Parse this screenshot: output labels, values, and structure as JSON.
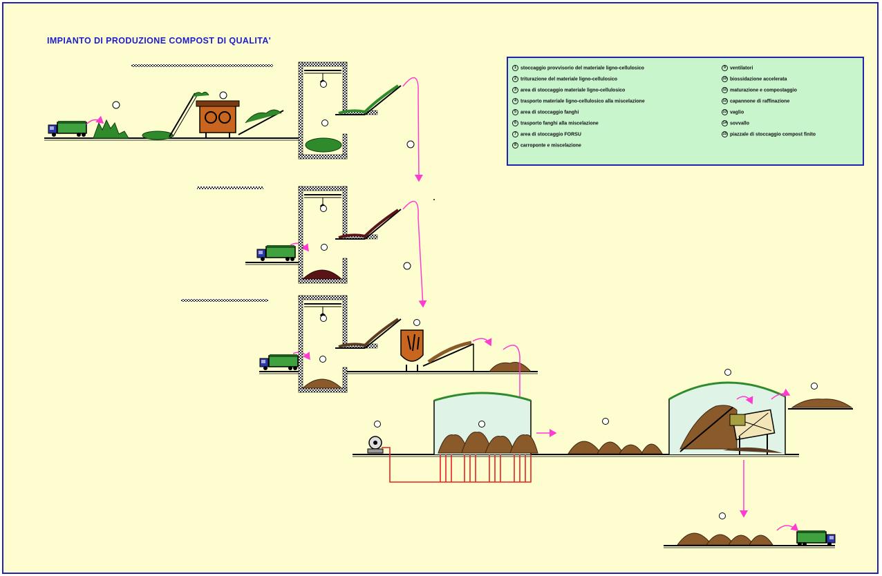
{
  "title": "IMPIANTO DI PRODUZIONE COMPOST DI QUALITA'",
  "legend_left": [
    {
      "num": "1",
      "text": "stoccaggio provvisorio del materiale ligno-cellulosico"
    },
    {
      "num": "2",
      "text": "triturazione del materiale ligno-cellulosico"
    },
    {
      "num": "3",
      "text": "area di stoccaggio materiale ligno-cellulosico"
    },
    {
      "num": "4",
      "text": "trasporto materiale ligno-cellulosico alla miscelazione"
    },
    {
      "num": "5",
      "text": "area di stoccaggio fanghi"
    },
    {
      "num": "6",
      "text": "trasporto fanghi alla miscelazione"
    },
    {
      "num": "7",
      "text": "area di stoccaggio FORSU"
    },
    {
      "num": "8",
      "text": "carroponte e miscelazione"
    }
  ],
  "legend_right": [
    {
      "num": "9",
      "text": "ventilatori"
    },
    {
      "num": "10",
      "text": "biossidazione accelerata"
    },
    {
      "num": "11",
      "text": "maturazione e compostaggio"
    },
    {
      "num": "12",
      "text": "capannone di raffinazione"
    },
    {
      "num": "13",
      "text": "vaglio"
    },
    {
      "num": "14",
      "text": "sovvallo"
    },
    {
      "num": "15",
      "text": "piazzale di stoccaggio compost finito"
    }
  ],
  "colors": {
    "background": "#fdfdd0",
    "frame": "#2222aa",
    "title": "#1d1dcc",
    "legend_bg": "#c9f5cd",
    "arrow": "#ff3bd0",
    "air_pipe": "#e8201c",
    "truck_cab": "#2b3aa8",
    "truck_body": "#3fa23f",
    "green_waste": "#2e8a2a",
    "sludge": "#5a1418",
    "compost": "#8a5a2a",
    "shredder": "#c8651e"
  }
}
